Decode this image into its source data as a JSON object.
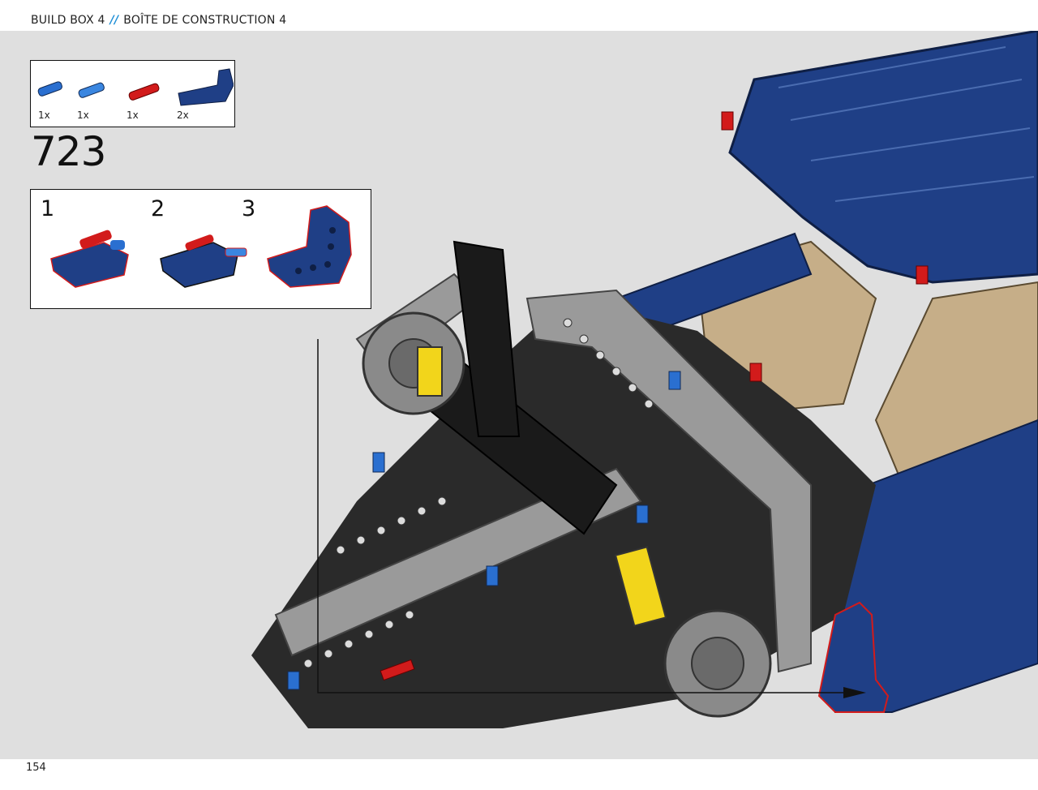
{
  "header": {
    "title_en": "BUILD BOX 4",
    "separator": "//",
    "title_fr": "BOÎTE DE CONSTRUCTION 4"
  },
  "parts_list": [
    {
      "icon": "blue-pin-icon",
      "qty": "1x"
    },
    {
      "icon": "blue-axle-pin-icon",
      "qty": "1x"
    },
    {
      "icon": "red-axle-pin-icon",
      "qty": "1x"
    },
    {
      "icon": "blue-angled-beam-icon",
      "qty": "2x"
    }
  ],
  "step_number": "723",
  "substeps": [
    "1",
    "2",
    "3"
  ],
  "page_number": "154",
  "colors": {
    "lego_blue": "#1f3f86",
    "lego_red": "#d21b1b",
    "lego_black": "#2a2a2a",
    "lego_gray": "#9a9a9a",
    "lego_tan": "#c6ae88",
    "lego_yellow": "#f2d51b",
    "canvas_bg": "#dfdfdf",
    "accent": "#1f8fd6"
  }
}
